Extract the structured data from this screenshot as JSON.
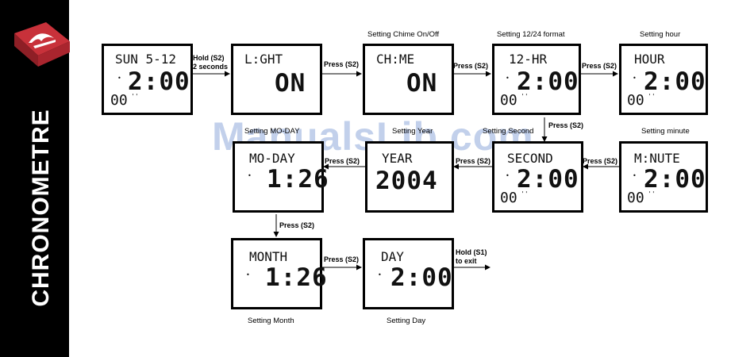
{
  "sidebar": {
    "title": "CHRONOMETRE",
    "logo_color": "#c8313a"
  },
  "watermark": "ManualsLib.com",
  "screens": {
    "start": {
      "top": "SUN   5-12",
      "dot": "•",
      "main": "2:00",
      "sec": "00",
      "suffix": "''"
    },
    "light": {
      "top": "L:GHT",
      "main": "ON"
    },
    "chime": {
      "top": "CH:ME",
      "main": "ON"
    },
    "h1224": {
      "top": "12-HR",
      "dot": "•",
      "main": "2:00",
      "sec": "00",
      "suffix": "''"
    },
    "hour": {
      "top": "HOUR",
      "dot": "•",
      "main": "2:00",
      "sec": "00",
      "suffix": "''"
    },
    "minute": {
      "top": "M:NUTE",
      "dot": "•",
      "main": "2:00",
      "sec": "00",
      "suffix": "''"
    },
    "second": {
      "top": "SECOND",
      "dot": "•",
      "main": "2:00",
      "sec": "00",
      "suffix": "''"
    },
    "year": {
      "top": "YEAR",
      "main": "2004"
    },
    "moday": {
      "top": "MO-DAY",
      "dot": "•",
      "main": "1:26"
    },
    "month": {
      "top": "MONTH",
      "dot": "•",
      "main": "1:26"
    },
    "day": {
      "top": "DAY",
      "dot": "•",
      "main": "2:00"
    }
  },
  "labels": {
    "hold_s2": "Hold (S2)",
    "two_seconds": "2 seconds",
    "press_s2": "Press (S2)",
    "hold_s1": "Hold (S1)",
    "to_exit": "to exit"
  },
  "captions": {
    "chime": "Setting Chime On/Off",
    "format": "Setting 12/24 format",
    "hour": "Setting hour",
    "minute": "Setting minute",
    "moday": "Setting MO-DAY",
    "year": "Setting Year",
    "second": "Setting Second",
    "month": "Setting Month",
    "day": "Setting Day"
  }
}
